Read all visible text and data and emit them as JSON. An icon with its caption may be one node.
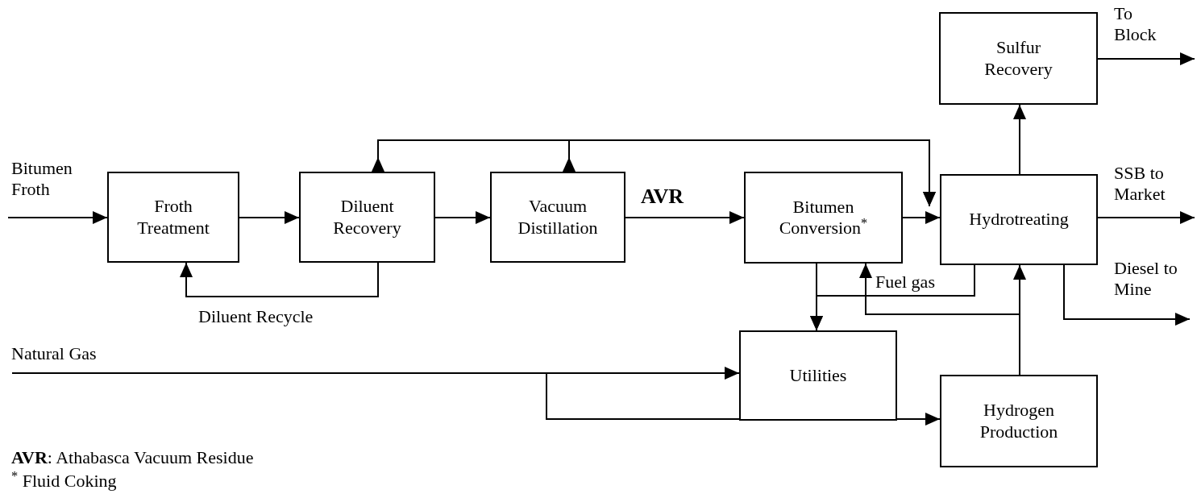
{
  "diagram": {
    "nodes": [
      {
        "text": [
          "Froth Treatment"
        ]
      },
      {
        "text": [
          "Diluent Recovery"
        ]
      },
      {
        "text": [
          "Vacuum Distillation"
        ]
      },
      {
        "text": [
          "Bitumen Conversion$^{*}$"
        ]
      },
      {
        "text": [
          "Sulfur Recovery"
        ]
      },
      {
        "text": [
          "Hydrotreating"
        ]
      },
      {
        "text": [
          "Utilities"
        ]
      },
      {
        "text": [
          "Hydrogen Production"
        ]
      }
    ],
    "edges": [
      {
        "from": null,
        "to": 0,
        "arrow": "to",
        "label": "Bitumen Froth"
      },
      {
        "from": 0,
        "to": 1,
        "arrow": "to"
      },
      {
        "from": 1,
        "to": 2,
        "arrow": "to"
      },
      {
        "from": 2,
        "to": 3,
        "arrow": "to",
        "label": "AVR"
      },
      {
        "from": 1,
        "to": 5,
        "arrow": "to"
      },
      {
        "from": 2,
        "to": 5,
        "arrow": "to"
      },
      {
        "from": 1,
        "to": 0,
        "arrow": "to",
        "label": "Diluent Recycle"
      },
      {
        "from": 3,
        "to": 5,
        "arrow": "to"
      },
      {
        "from": 5,
        "to": 4,
        "arrow": "to"
      },
      {
        "from": 4,
        "to": null,
        "arrow": "to",
        "label": "To Block"
      },
      {
        "from": 5,
        "to": null,
        "arrow": "to",
        "label": "SSB to Market"
      },
      {
        "from": 5,
        "to": null,
        "arrow": "to",
        "label": "Diesel to Mine"
      },
      {
        "from": 5,
        "to": 6,
        "arrow": "to",
        "label": "Fuel gas"
      },
      {
        "from": 3,
        "to": 6,
        "arrow": "to"
      },
      {
        "from": 7,
        "to": 3,
        "arrow": "to"
      },
      {
        "from": 7,
        "to": 5,
        "arrow": "to"
      },
      {
        "from": null,
        "to": 6,
        "arrow": "to",
        "label": "Natural Gas"
      },
      {
        "from": null,
        "to": 7,
        "arrow": "to"
      }
    ],
    "labels": [
      "**AVR**: Athabasca Vacuum Residue",
      "$^{*}$ Fluid Coking"
    ]
  }
}
